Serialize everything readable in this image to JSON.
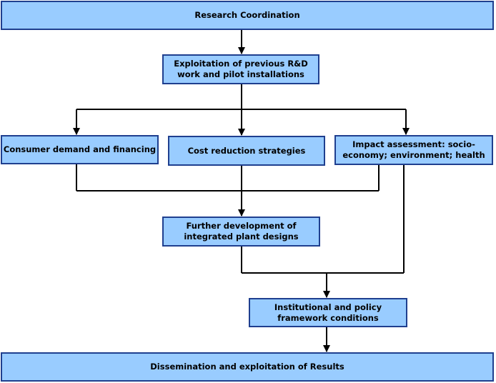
{
  "nodes": {
    "research_coordination": "Research Coordination",
    "exploitation_previous": "Exploitation of previous R&D\nwork and pilot installations",
    "consumer_demand": "Consumer demand and financing",
    "cost_reduction": "Cost reduction strategies",
    "impact_assessment": "Impact assessment: socio-\neconomy; environment; health",
    "further_development": "Further development of\nintegrated plant designs",
    "institutional_policy": "Institutional and policy\nframework conditions",
    "dissemination": "Dissemination and exploitation of Results"
  },
  "colors": {
    "box_fill": "#99ccff",
    "box_border": "#1f3f8f",
    "line": "#000000"
  }
}
